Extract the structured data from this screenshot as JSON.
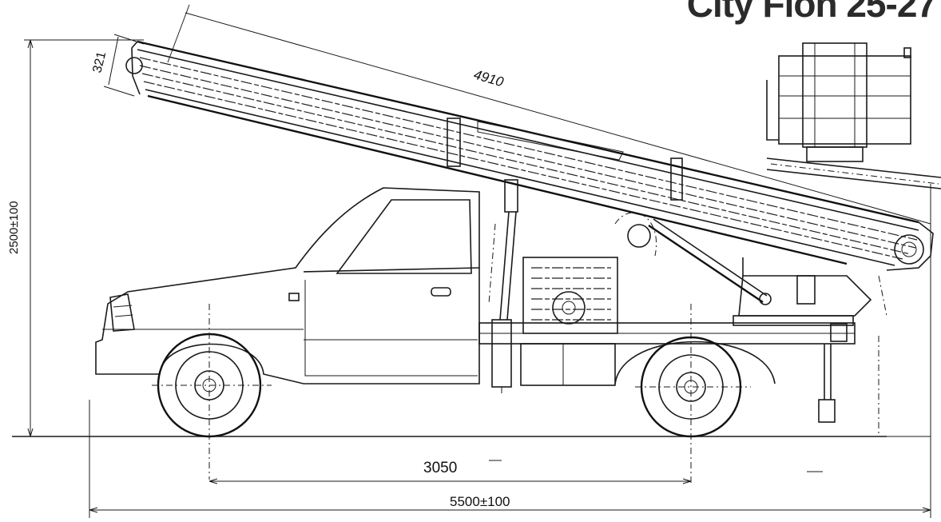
{
  "title": "City Flon 25-27",
  "dimensions": {
    "boom_length": "4910",
    "boom_tip": "321",
    "height": "2500±100",
    "wheelbase": "3050",
    "overall_length": "5500±100"
  }
}
